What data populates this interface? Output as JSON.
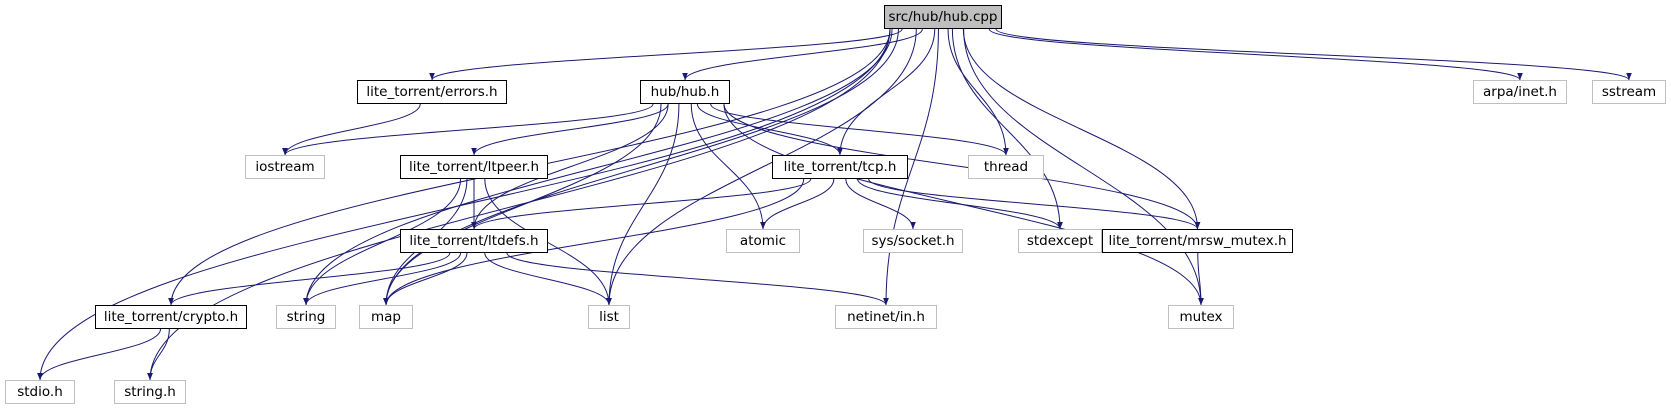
{
  "colors": {
    "edge": "#191970",
    "user_border": "#000000",
    "sys_border": "#bfbfbf",
    "root_fill": "#bfbfbf"
  },
  "nodes": [
    {
      "id": "hub_cpp",
      "label": "src/hub/hub.cpp",
      "kind": "root"
    },
    {
      "id": "errors_h",
      "label": "lite_torrent/errors.h",
      "kind": "user"
    },
    {
      "id": "hub_h",
      "label": "hub/hub.h",
      "kind": "user"
    },
    {
      "id": "arpa_inet_h",
      "label": "arpa/inet.h",
      "kind": "sys"
    },
    {
      "id": "sstream",
      "label": "sstream",
      "kind": "sys"
    },
    {
      "id": "iostream",
      "label": "iostream",
      "kind": "sys"
    },
    {
      "id": "ltpeer_h",
      "label": "lite_torrent/ltpeer.h",
      "kind": "user"
    },
    {
      "id": "tcp_h",
      "label": "lite_torrent/tcp.h",
      "kind": "user"
    },
    {
      "id": "thread",
      "label": "thread",
      "kind": "sys"
    },
    {
      "id": "ltdefs_h",
      "label": "lite_torrent/ltdefs.h",
      "kind": "user"
    },
    {
      "id": "atomic",
      "label": "atomic",
      "kind": "sys"
    },
    {
      "id": "sys_socket_h",
      "label": "sys/socket.h",
      "kind": "sys"
    },
    {
      "id": "stdexcept",
      "label": "stdexcept",
      "kind": "sys"
    },
    {
      "id": "mrsw_mutex_h",
      "label": "lite_torrent/mrsw_mutex.h",
      "kind": "user"
    },
    {
      "id": "crypto_h",
      "label": "lite_torrent/crypto.h",
      "kind": "user"
    },
    {
      "id": "string",
      "label": "string",
      "kind": "sys"
    },
    {
      "id": "map",
      "label": "map",
      "kind": "sys"
    },
    {
      "id": "list",
      "label": "list",
      "kind": "sys"
    },
    {
      "id": "netinet_in_h",
      "label": "netinet/in.h",
      "kind": "sys"
    },
    {
      "id": "mutex",
      "label": "mutex",
      "kind": "sys"
    },
    {
      "id": "stdio_h",
      "label": "stdio.h",
      "kind": "sys"
    },
    {
      "id": "string_h",
      "label": "string.h",
      "kind": "sys"
    }
  ],
  "edges": [
    [
      "hub_cpp",
      "errors_h"
    ],
    [
      "hub_cpp",
      "hub_h"
    ],
    [
      "hub_cpp",
      "arpa_inet_h"
    ],
    [
      "hub_cpp",
      "sstream"
    ],
    [
      "hub_cpp",
      "tcp_h"
    ],
    [
      "hub_cpp",
      "thread"
    ],
    [
      "hub_cpp",
      "stdexcept"
    ],
    [
      "hub_cpp",
      "mrsw_mutex_h"
    ],
    [
      "hub_cpp",
      "list"
    ],
    [
      "hub_cpp",
      "netinet_in_h"
    ],
    [
      "hub_cpp",
      "mutex"
    ],
    [
      "hub_cpp",
      "crypto_h"
    ],
    [
      "hub_cpp",
      "string"
    ],
    [
      "hub_cpp",
      "map"
    ],
    [
      "hub_cpp",
      "string_h"
    ],
    [
      "hub_cpp",
      "stdio_h"
    ],
    [
      "errors_h",
      "iostream"
    ],
    [
      "hub_h",
      "iostream"
    ],
    [
      "hub_h",
      "ltpeer_h"
    ],
    [
      "hub_h",
      "tcp_h"
    ],
    [
      "hub_h",
      "thread"
    ],
    [
      "hub_h",
      "mrsw_mutex_h"
    ],
    [
      "hub_h",
      "ltdefs_h"
    ],
    [
      "hub_h",
      "atomic"
    ],
    [
      "hub_h",
      "list"
    ],
    [
      "hub_h",
      "mutex"
    ],
    [
      "hub_h",
      "map"
    ],
    [
      "ltpeer_h",
      "ltdefs_h"
    ],
    [
      "ltpeer_h",
      "string"
    ],
    [
      "ltpeer_h",
      "map"
    ],
    [
      "ltpeer_h",
      "list"
    ],
    [
      "tcp_h",
      "ltdefs_h"
    ],
    [
      "tcp_h",
      "atomic"
    ],
    [
      "tcp_h",
      "sys_socket_h"
    ],
    [
      "tcp_h",
      "stdexcept"
    ],
    [
      "tcp_h",
      "mrsw_mutex_h"
    ],
    [
      "tcp_h",
      "map"
    ],
    [
      "ltdefs_h",
      "crypto_h"
    ],
    [
      "ltdefs_h",
      "string"
    ],
    [
      "ltdefs_h",
      "map"
    ],
    [
      "ltdefs_h",
      "list"
    ],
    [
      "ltdefs_h",
      "netinet_in_h"
    ],
    [
      "mrsw_mutex_h",
      "mutex"
    ],
    [
      "crypto_h",
      "stdio_h"
    ],
    [
      "crypto_h",
      "string_h"
    ]
  ]
}
